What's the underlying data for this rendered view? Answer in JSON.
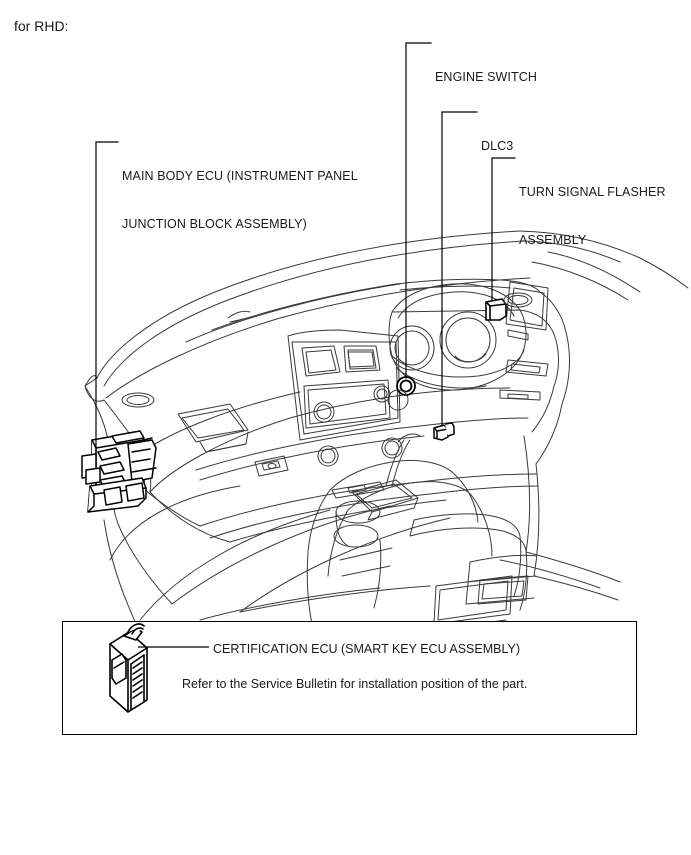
{
  "heading": "for RHD:",
  "callouts": [
    {
      "id": "main-body-ecu",
      "line1": "MAIN BODY ECU (INSTRUMENT PANEL",
      "line2": "JUNCTION BLOCK ASSEMBLY)"
    },
    {
      "id": "engine-switch",
      "line1": "ENGINE SWITCH",
      "line2": ""
    },
    {
      "id": "dlc3",
      "line1": "DLC3",
      "line2": ""
    },
    {
      "id": "turn-signal-flasher",
      "line1": "TURN SIGNAL FLASHER",
      "line2": "ASSEMBLY"
    }
  ],
  "note_box": {
    "label": "CERTIFICATION ECU (SMART KEY ECU ASSEMBLY)",
    "sub": "Refer to the Service Bulletin for installation position of the part."
  },
  "colors": {
    "ink": "#1a1a1a",
    "line": "#000000",
    "art_line": "#3a3a3a",
    "background": "#ffffff"
  },
  "figure": {
    "type": "line-drawing",
    "subject": "right-hand-drive instrument panel / dashboard interior view",
    "highlighted_parts": [
      "main body ecu (instrument panel junction block assembly)",
      "engine switch",
      "dlc3",
      "turn signal flasher assembly",
      "certification ecu (smart key ecu assembly)"
    ]
  }
}
